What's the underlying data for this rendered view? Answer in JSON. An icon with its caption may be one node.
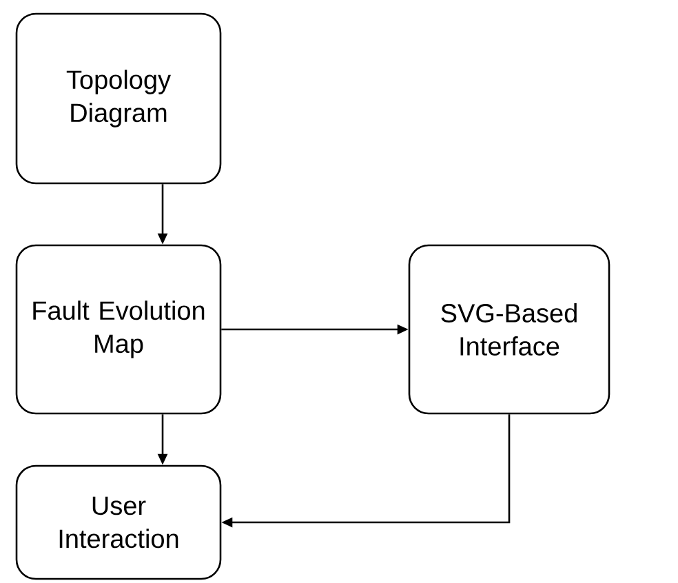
{
  "diagram": {
    "nodes": [
      {
        "text": [
          "Topology Diagram"
        ]
      },
      {
        "text": [
          "Fault Evolution Map"
        ]
      },
      {
        "text": [
          "SVG-Based Interface"
        ]
      },
      {
        "text": [
          "User Interaction"
        ]
      }
    ],
    "edges": [
      {
        "from": 0,
        "to": 1,
        "arrow": "to"
      },
      {
        "from": 1,
        "to": 2,
        "arrow": "to"
      },
      {
        "from": 1,
        "to": 3,
        "arrow": "to"
      },
      {
        "from": 2,
        "to": 3,
        "arrow": "to"
      }
    ]
  }
}
